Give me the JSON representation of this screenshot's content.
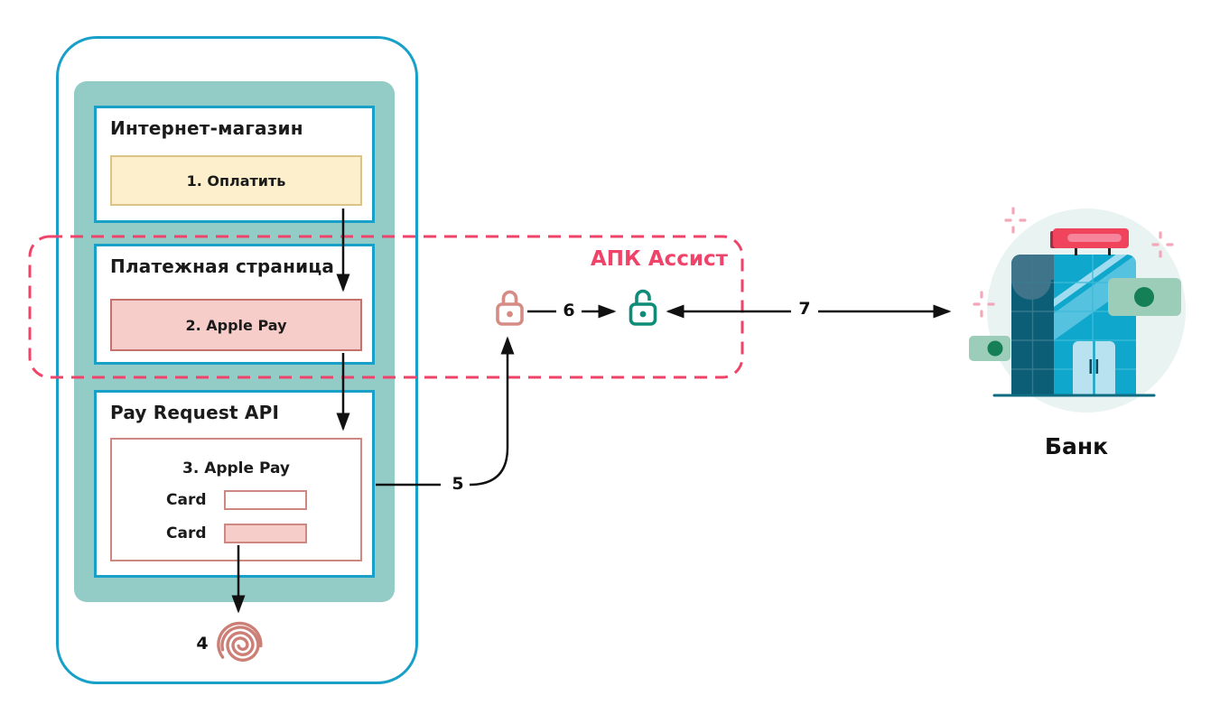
{
  "phone": {
    "shop": {
      "title": "Интернет-магазин",
      "button": "1. Оплатить"
    },
    "payment_page": {
      "title": "Платежная страница",
      "button": "2. Apple Pay"
    },
    "pay_request": {
      "title": "Pay Request API",
      "sheet_title": "3. Apple Pay",
      "card_rows": [
        {
          "label": "Card",
          "state": "empty"
        },
        {
          "label": "Card",
          "state": "filled"
        }
      ]
    }
  },
  "assist": {
    "label": "АПК Ассист"
  },
  "bank": {
    "label": "Банк"
  },
  "steps": {
    "s4": "4",
    "s5": "5",
    "s6": "6",
    "s7": "7"
  },
  "icons": {
    "closed_lock": "closed-lock-icon",
    "open_lock": "open-lock-icon",
    "fingerprint": "fingerprint-icon",
    "bank": "bank-building-illustration"
  },
  "colors": {
    "phone_border": "#18A0C9",
    "tray_fill": "#93CBC7",
    "yellow_fill": "#FDEFCB",
    "yellow_border": "#DCC487",
    "pink_fill": "#F7CDCA",
    "pink_border": "#C4736C",
    "accent_pink": "#F0436A",
    "lock_closed": "#D58C85",
    "lock_open": "#0E8C78",
    "fingerprint": "#CC7F76",
    "arrow": "#111111",
    "bank_dark_tower": "#0B5E75",
    "bank_light_tower": "#0FA7CB",
    "bank_sign": "#F0445C",
    "bank_money": "#9CCDB9",
    "bank_money_dot": "#157F56"
  }
}
